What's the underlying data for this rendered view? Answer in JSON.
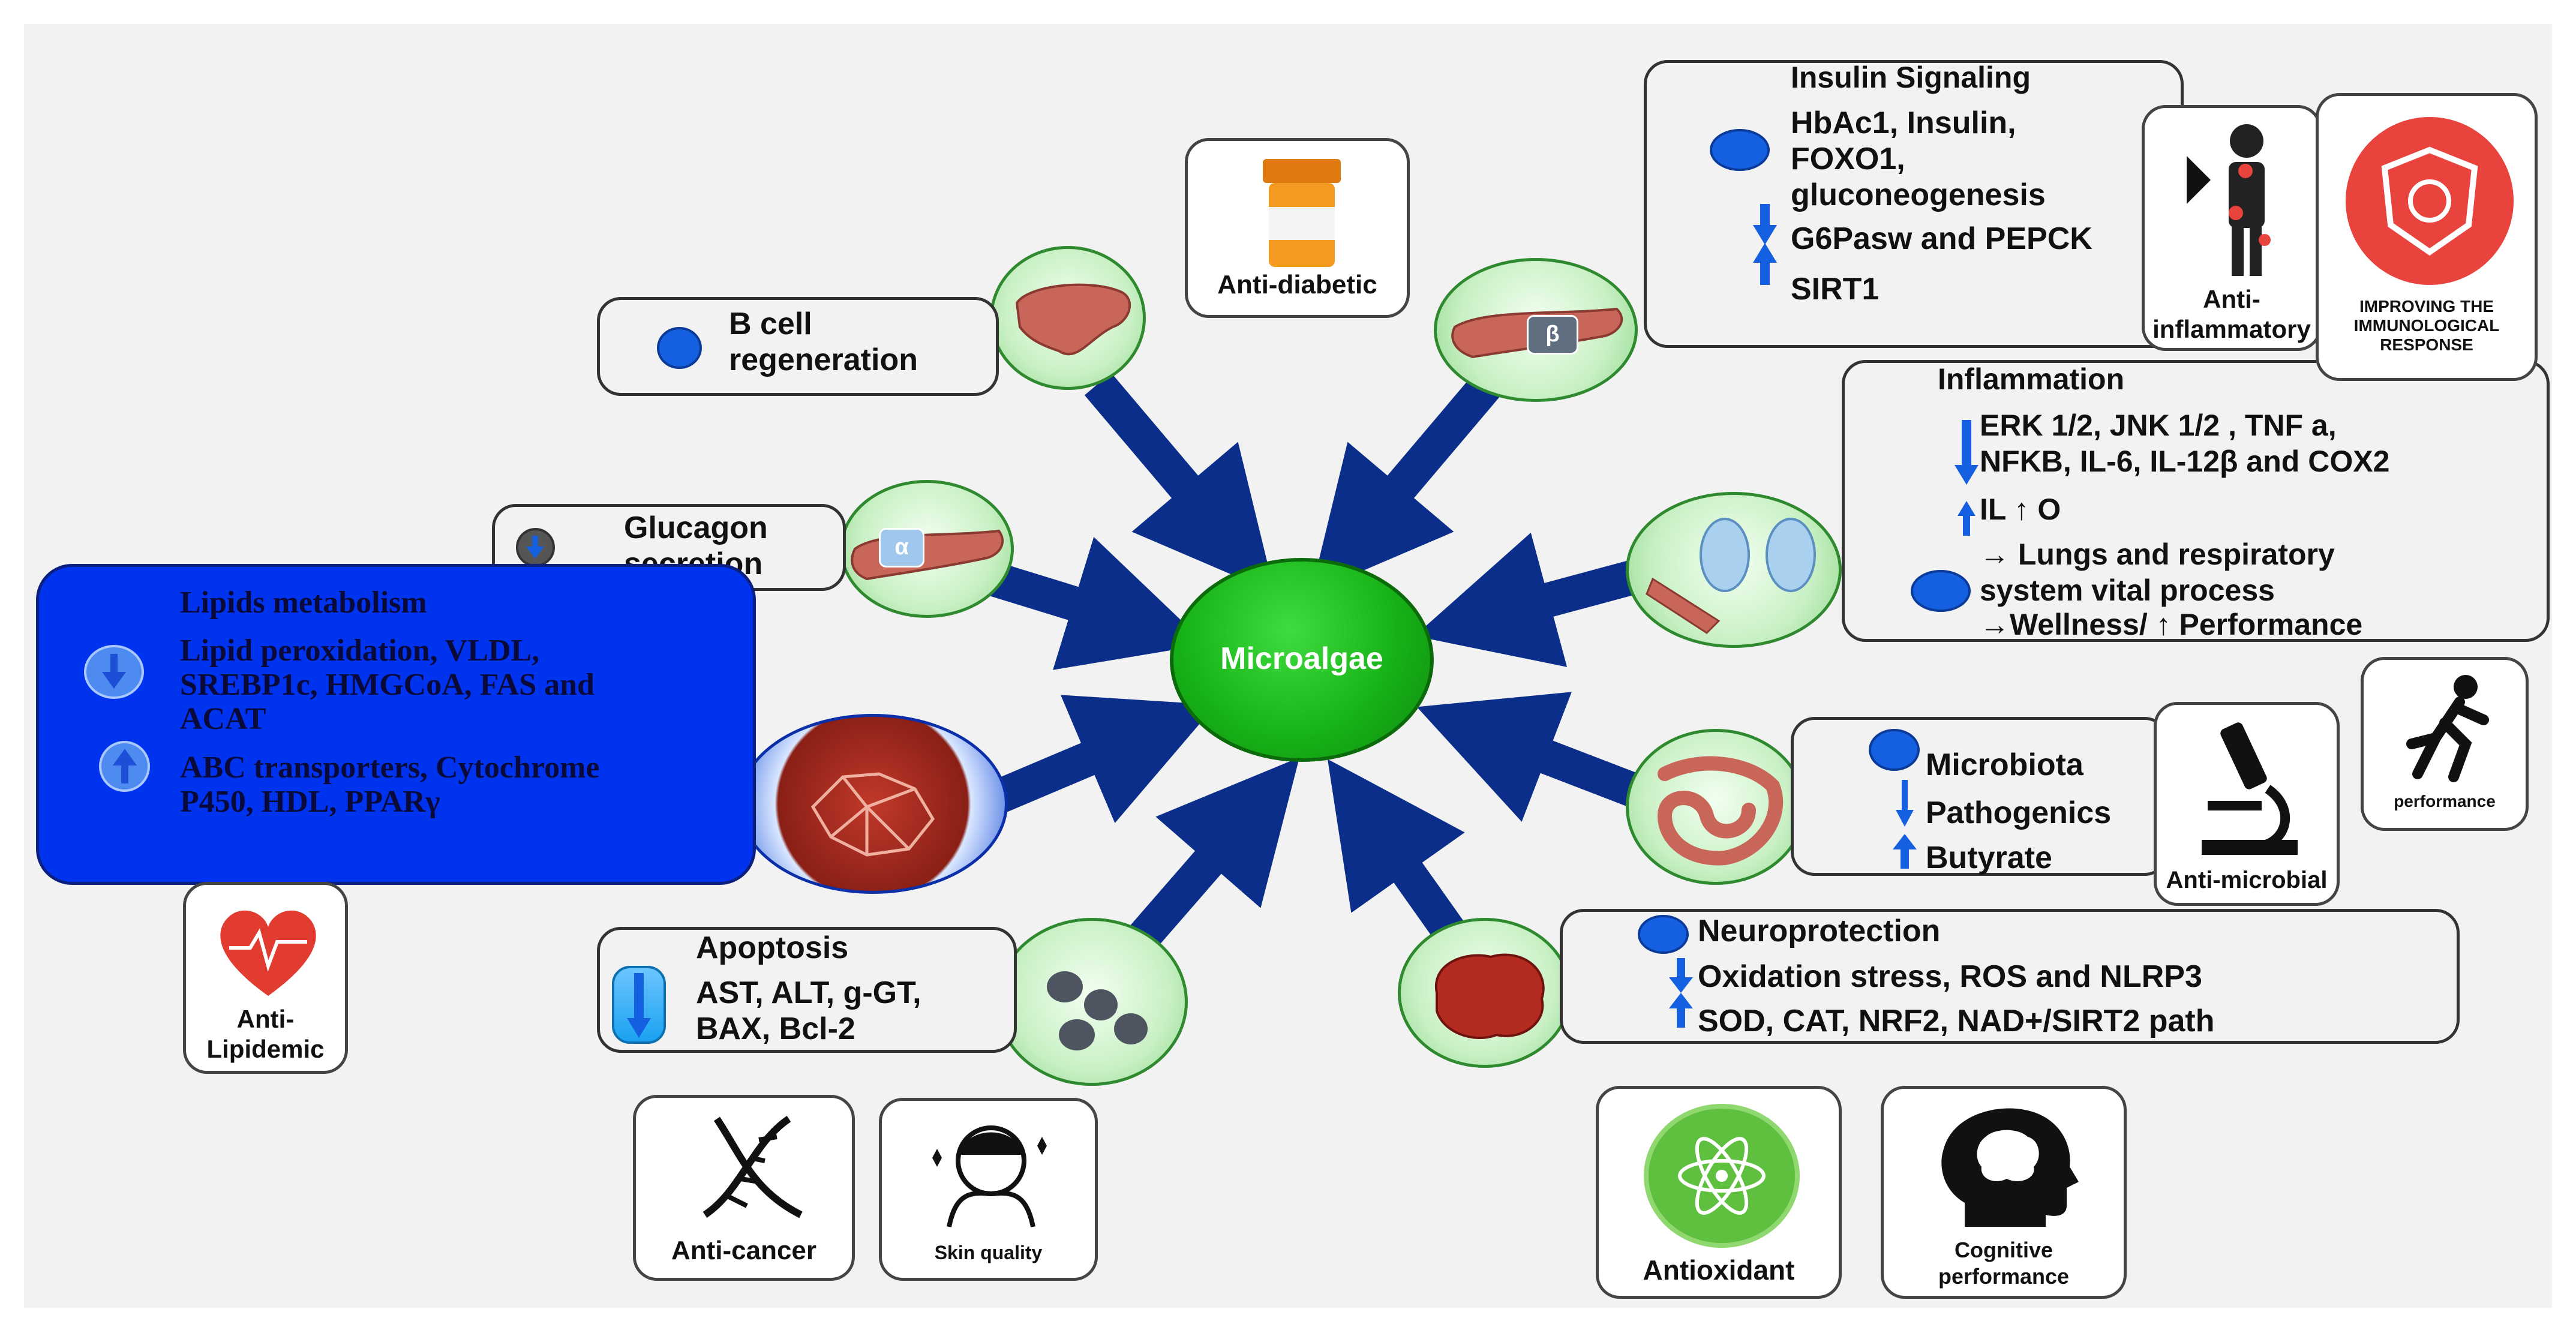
{
  "center": {
    "label": "Microalgae"
  },
  "insulin": {
    "title": "Insulin Signaling",
    "lines": [
      "HbAc1, Insulin,",
      "FOXO1,",
      "gluconeogenesis",
      "G6Pasw and PEPCK",
      "SIRT1"
    ]
  },
  "bcell": {
    "lines": [
      "B cell",
      "regeneration"
    ]
  },
  "glucagon": {
    "lines": [
      "Glucagon",
      "secretion"
    ]
  },
  "lipids": {
    "title": "Lipids metabolism",
    "down_lines": [
      "Lipid peroxidation, VLDL,",
      "SREBP1c, HMGCoA, FAS and",
      "ACAT"
    ],
    "up_lines": [
      "ABC transporters, Cytochrome",
      "P450, HDL, PPARγ"
    ]
  },
  "inflammation": {
    "title": "Inflammation",
    "lines": [
      "ERK 1/2, JNK 1/2 , TNF a,",
      "NFKB, IL-6, IL-12β and COX2",
      "IL ↑ O",
      "→   Lungs  and respiratory",
      "system vital process",
      "→Wellness/ ↑ Performance"
    ]
  },
  "microbiota": {
    "lines": [
      "Microbiota",
      "Pathogenics",
      "Butyrate"
    ]
  },
  "apoptosis": {
    "title": "Apoptosis",
    "lines": [
      "AST, ALT, g-GT,",
      "BAX, Bcl-2"
    ]
  },
  "neuro": {
    "title": "Neuroprotection",
    "lines": [
      "Oxidation stress, ROS and NLRP3",
      "SOD, CAT, NRF2, NAD+/SIRT2 path"
    ]
  },
  "organs": {
    "beta_symbol": "β",
    "alpha_symbol": "α"
  },
  "icons": {
    "anti_diabetic": "Anti-diabetic",
    "anti_inflammatory": [
      "Anti-",
      "inflammatory"
    ],
    "immune": [
      "IMPROVING THE",
      "IMMUNOLOGICAL",
      "RESPONSE"
    ],
    "performance": "performance",
    "anti_microbial": "Anti-microbial",
    "anti_lipidemic": [
      "Anti-",
      "Lipidemic"
    ],
    "anti_cancer": "Anti-cancer",
    "skin_quality": "Skin quality",
    "antioxidant": "Antioxidant",
    "cognitive": [
      "Cognitive",
      "performance"
    ]
  },
  "colors": {
    "arrow": "#0b2e8a",
    "center": "#17b317",
    "lipid_panel": "#0033ee",
    "dot": "#1560e0",
    "immune_red": "#e8433d"
  }
}
